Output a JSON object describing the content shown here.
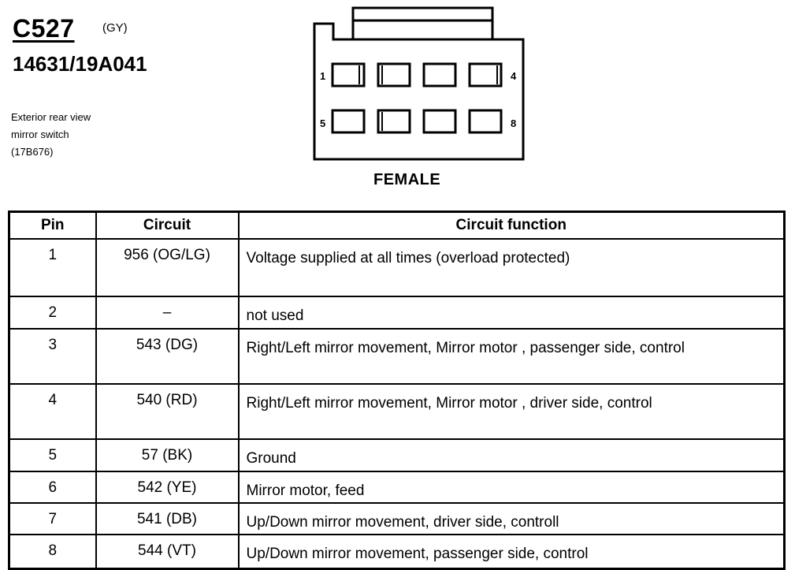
{
  "header": {
    "connector_id": "C527",
    "connector_color": "(GY)",
    "part_number": "14631/19A041",
    "description_lines": [
      "Exterior rear view",
      "mirror switch",
      "(17B676)"
    ]
  },
  "diagram": {
    "pin_label_1": "1",
    "pin_label_4": "4",
    "pin_label_5": "5",
    "pin_label_8": "8",
    "gender": "FEMALE"
  },
  "table": {
    "headers": {
      "pin": "Pin",
      "circuit": "Circuit",
      "function": "Circuit function"
    },
    "rows": [
      {
        "pin": "1",
        "circuit": "956 (OG/LG)",
        "function": "Voltage supplied at all times (overload protected)"
      },
      {
        "pin": "2",
        "circuit": "–",
        "function": "not used"
      },
      {
        "pin": "3",
        "circuit": "543 (DG)",
        "function": "Right/Left mirror movement, Mirror motor , passenger side, control"
      },
      {
        "pin": "4",
        "circuit": "540 (RD)",
        "function": "Right/Left mirror movement, Mirror motor , driver side, control"
      },
      {
        "pin": "5",
        "circuit": "57 (BK)",
        "function": "Ground"
      },
      {
        "pin": "6",
        "circuit": "542 (YE)",
        "function": "Mirror motor, feed"
      },
      {
        "pin": "7",
        "circuit": "541 (DB)",
        "function": "Up/Down mirror movement, driver side, controll"
      },
      {
        "pin": "8",
        "circuit": "544 (VT)",
        "function": "Up/Down mirror movement, passenger side, control"
      }
    ]
  }
}
